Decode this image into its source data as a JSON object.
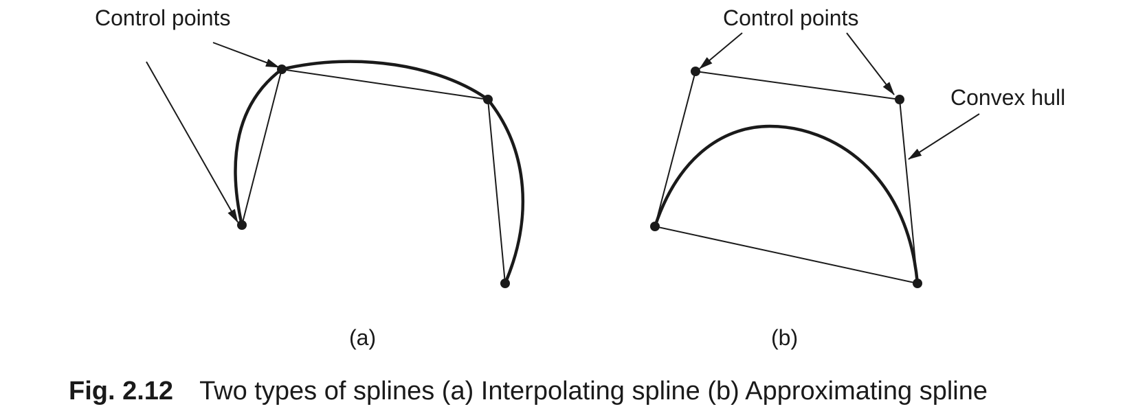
{
  "panel_a": {
    "label_control_points": "Control points",
    "sublabel": "(a)"
  },
  "panel_b": {
    "label_control_points": "Control points",
    "label_convex_hull": "Convex hull",
    "sublabel": "(b)"
  },
  "caption": {
    "number": "Fig. 2.12",
    "text": "Two types of splines (a) Interpolating spline (b) Approximating spline"
  }
}
